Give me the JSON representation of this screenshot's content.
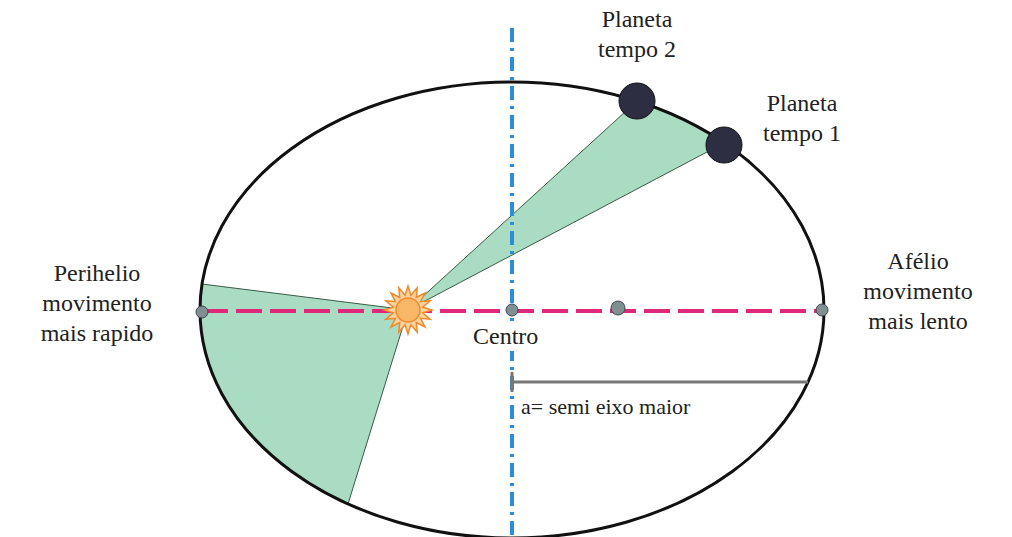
{
  "diagram": {
    "labels": [
      "Planeta tempo 2",
      "Planeta tempo 1",
      "Perihelio movimento mais rapido",
      "Afélio movimento mais lento",
      "Centro",
      "a= semi eixo maior"
    ]
  }
}
